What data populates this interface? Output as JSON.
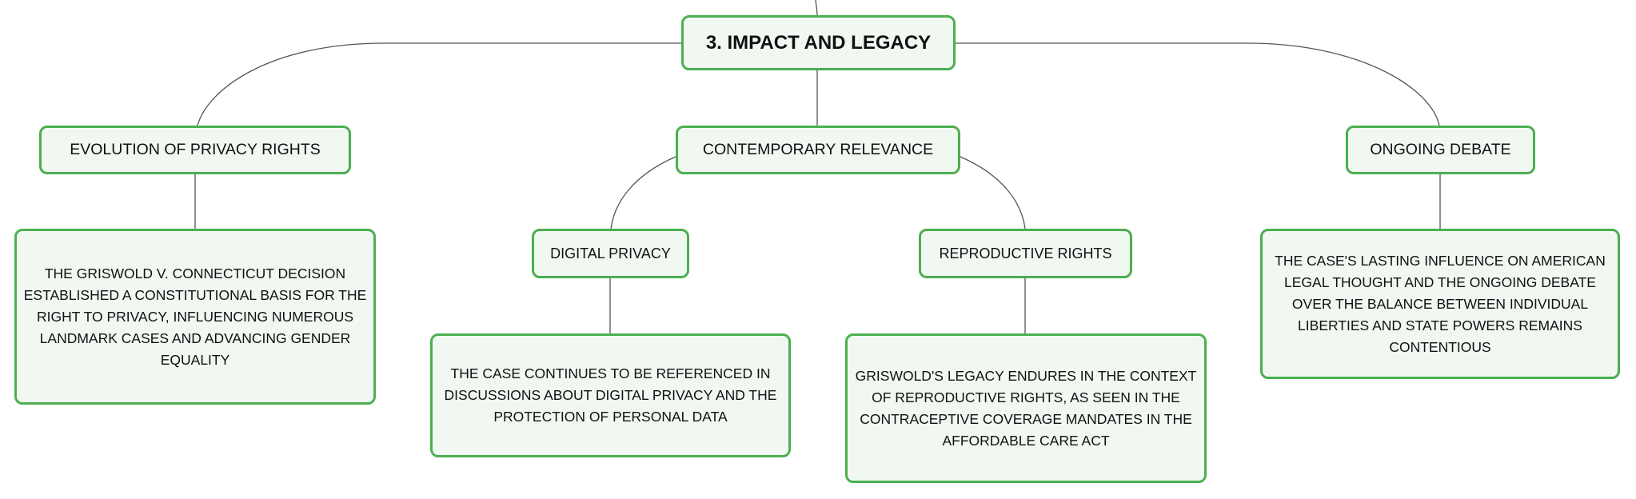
{
  "root": {
    "label": "3. IMPACT AND LEGACY"
  },
  "branches": [
    {
      "label": "EVOLUTION OF PRIVACY RIGHTS",
      "detail": "THE GRISWOLD V. CONNECTICUT DECISION ESTABLISHED A CONSTITUTIONAL BASIS FOR THE RIGHT TO PRIVACY, INFLUENCING NUMEROUS LANDMARK CASES AND ADVANCING GENDER EQUALITY"
    },
    {
      "label": "CONTEMPORARY RELEVANCE",
      "children": [
        {
          "label": "DIGITAL PRIVACY",
          "detail": "THE CASE CONTINUES TO BE REFERENCED IN DISCUSSIONS ABOUT DIGITAL PRIVACY AND THE PROTECTION OF PERSONAL DATA"
        },
        {
          "label": "REPRODUCTIVE RIGHTS",
          "detail": "GRISWOLD'S LEGACY ENDURES IN THE CONTEXT OF REPRODUCTIVE RIGHTS, AS SEEN IN THE CONTRACEPTIVE COVERAGE MANDATES IN THE AFFORDABLE CARE ACT"
        }
      ]
    },
    {
      "label": "ONGOING DEBATE",
      "detail": "THE CASE'S LASTING INFLUENCE ON AMERICAN LEGAL THOUGHT AND THE ONGOING DEBATE OVER THE BALANCE BETWEEN INDIVIDUAL LIBERTIES AND STATE POWERS REMAINS CONTENTIOUS"
    }
  ],
  "colors": {
    "node_border": "#4caf50",
    "node_fill": "#f1f8f2",
    "connector": "#555555",
    "text": "#111111"
  }
}
